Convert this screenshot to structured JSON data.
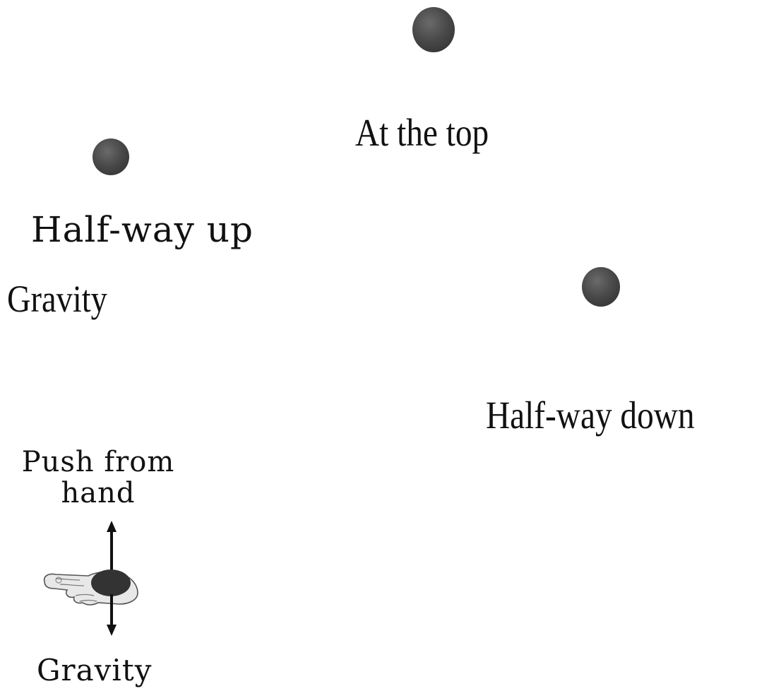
{
  "labels": {
    "at_top": "At the top",
    "half_up": "Half-way up",
    "gravity_side": "Gravity",
    "half_down": "Half-way down",
    "push_line1": "Push from",
    "push_line2": "hand",
    "gravity_bottom": "Gravity"
  },
  "colors": {
    "ball": "#3a3a3a",
    "text": "#111111",
    "hand_fill": "#e8e8e8",
    "hand_stroke": "#555555"
  }
}
